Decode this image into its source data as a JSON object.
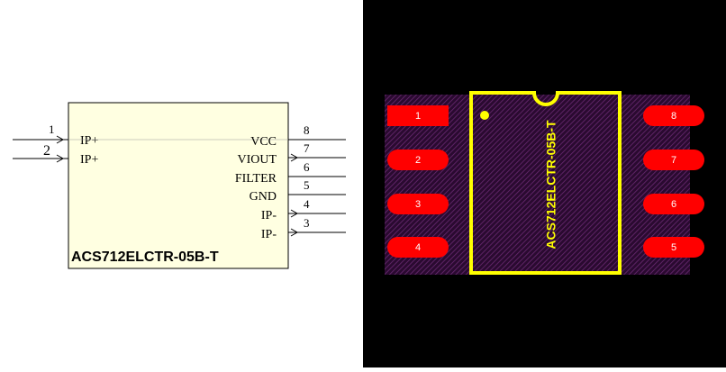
{
  "schematic": {
    "part_name": "ACS712ELCTR-05B-T",
    "body_fill": "#ffffe1",
    "body_stroke": "#000000",
    "left_pins": [
      {
        "number": "1",
        "label": "IP+"
      },
      {
        "number": "2",
        "label": "IP+"
      }
    ],
    "right_pins": [
      {
        "number": "8",
        "label": "VCC"
      },
      {
        "number": "7",
        "label": "VIOUT"
      },
      {
        "number": "6",
        "label": "FILTER"
      },
      {
        "number": "5",
        "label": "GND"
      },
      {
        "number": "4",
        "label": "IP-"
      },
      {
        "number": "3",
        "label": "IP-"
      }
    ]
  },
  "pcb": {
    "silkscreen_label": "ACS712ELCTR-05B-T",
    "pad_color": "#ff0000",
    "silkscreen_color": "#ffff00",
    "courtyard_color": "#4a1a52",
    "background_color": "#000000",
    "left_pads": [
      "1",
      "2",
      "3",
      "4"
    ],
    "right_pads": [
      "8",
      "7",
      "6",
      "5"
    ]
  }
}
